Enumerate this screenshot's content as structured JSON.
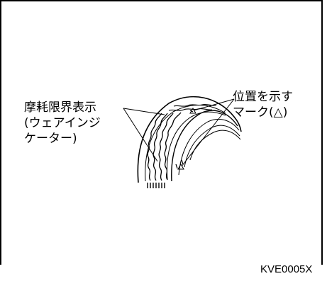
{
  "labels": {
    "wear_indicator": [
      "摩耗限界表示",
      "(ウェアインジ",
      "ケーター)"
    ],
    "position_mark": [
      "位置を示す",
      "マーク(△)"
    ]
  },
  "figure_code": "KVE0005X"
}
